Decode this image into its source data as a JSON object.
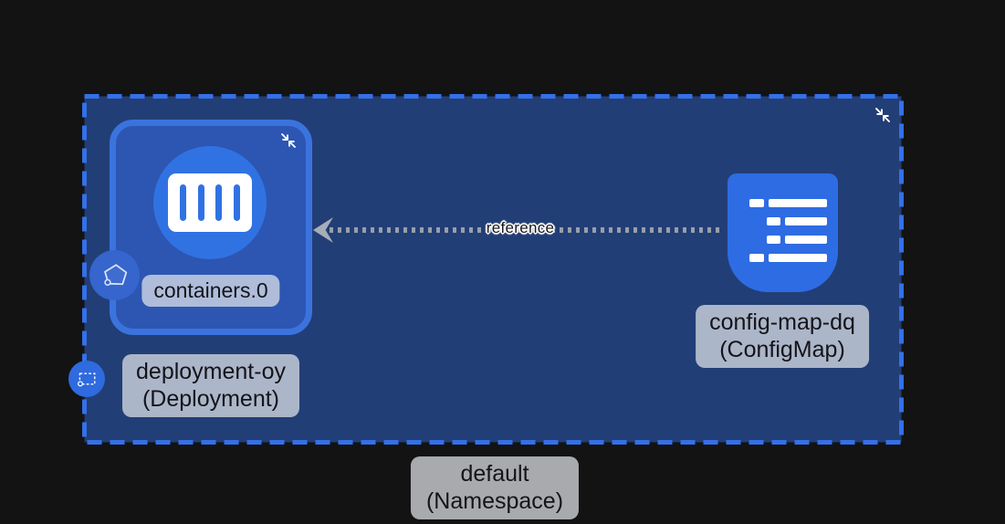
{
  "canvas": {
    "background_color": "#131313"
  },
  "namespace_node": {
    "name": "default",
    "kind_label": "(Namespace)",
    "border_color": "#3470e8",
    "fill_color": "#223e76",
    "collapse_icon": "collapse-arrows-icon"
  },
  "deployment_node": {
    "name": "deployment-oy",
    "kind_label": "(Deployment)",
    "border_color": "#3b73de",
    "fill_color": "#2c56b2",
    "collapse_icon": "collapse-arrows-icon",
    "badge_icon": "deployment-dashed-rect-icon",
    "container_node": {
      "label": "containers.0",
      "icon": "container-icon",
      "icon_circle_color": "#3172e3",
      "badge_icon": "pod-pentagon-icon"
    }
  },
  "configmap_node": {
    "name": "config-map-dq",
    "kind_label": "(ConfigMap)",
    "icon": "configmap-list-icon",
    "icon_color": "#2e6ce3"
  },
  "reference_edge": {
    "label": "reference",
    "line_color": "#989fa9",
    "arrow_color": "#a6adb6"
  },
  "label_chip_style": {
    "background": "rgba(226,229,233,0.72)",
    "text_color": "#141419"
  }
}
